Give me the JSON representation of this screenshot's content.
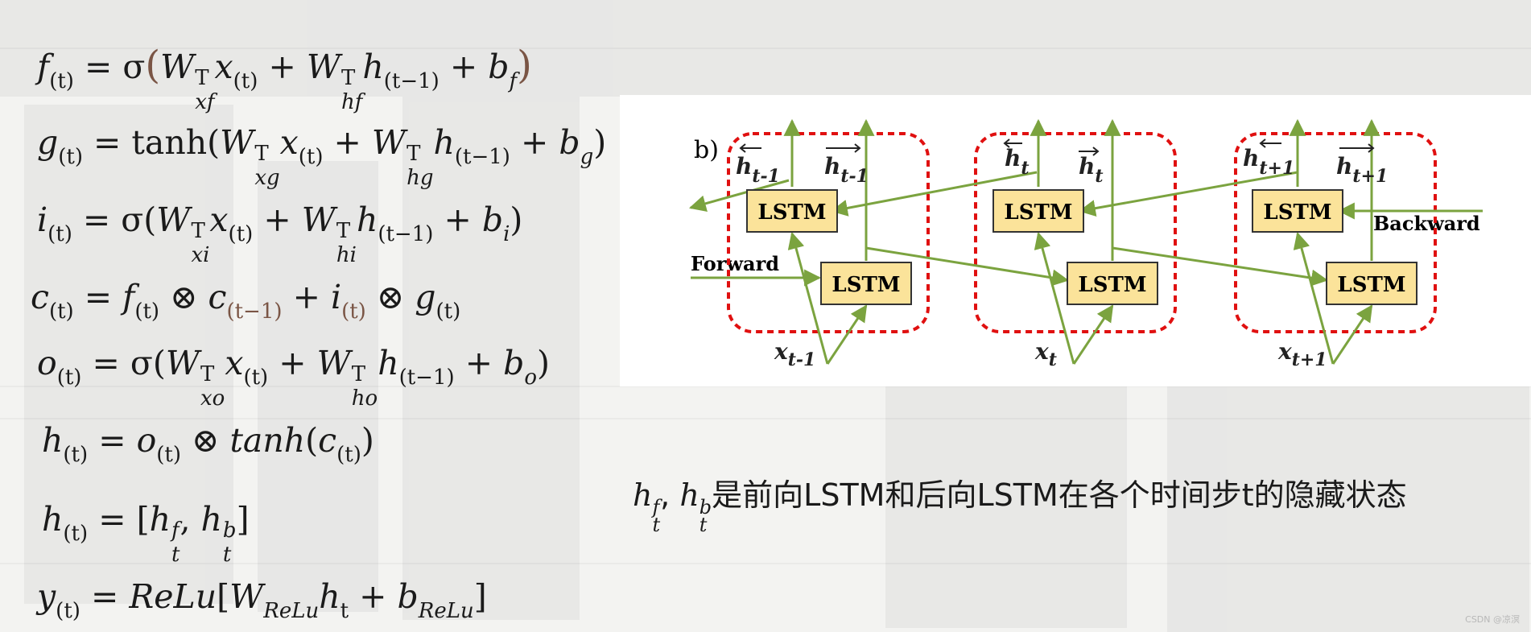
{
  "equations": {
    "forget": {
      "lhs": "f",
      "lhs_sub": "(t)",
      "eq": " = σ",
      "lp": "(",
      "w1": "W",
      "w1_sup": "T",
      "w1_sub": "xf",
      "x": "x",
      "x_sub": "(t)",
      "plus1": " + ",
      "w2": "W",
      "w2_sup": "T",
      "w2_sub": "hf",
      "h": "h",
      "h_sub": "(t−1)",
      "plus2": " + ",
      "b": "b",
      "b_sub": "f",
      "rp": ")"
    },
    "gate_g": {
      "lhs": "g",
      "lhs_sub": "(t)",
      "eq": " = tanh(",
      "w1": "W",
      "w1_sup": "T",
      "w1_sub": "xg",
      "x": "x",
      "x_sub": "(t)",
      "plus1": " + ",
      "w2": "W",
      "w2_sup": "T",
      "w2_sub": "hg",
      "h": "h",
      "h_sub": "(t−1)",
      "plus2": " + ",
      "b": "b",
      "b_sub": "g",
      "rp": ")"
    },
    "input": {
      "lhs": "i",
      "lhs_sub": "(t)",
      "eq": " = σ(",
      "w1": "W",
      "w1_sup": "T",
      "w1_sub": "xi",
      "x": "x",
      "x_sub": "(t)",
      "plus1": " + ",
      "w2": "W",
      "w2_sup": "T",
      "w2_sub": "hi",
      "h": "h",
      "h_sub": "(t−1)",
      "plus2": " + ",
      "b": "b",
      "b_sub": "i",
      "rp": ")"
    },
    "cell": {
      "lhs": "c",
      "lhs_sub": "(t)",
      "eq": " = ",
      "f": "f",
      "f_sub": "(t)",
      "op1": " ⊗ ",
      "c": "c",
      "c_sub": "(t−1)",
      "plus": " + ",
      "i": "i",
      "i_sub": "(t)",
      "op2": " ⊗  ",
      "g": "g",
      "g_sub": "(t)"
    },
    "output": {
      "lhs": "o",
      "lhs_sub": "(t)",
      "eq": " = σ(",
      "w1": "W",
      "w1_sup": "T",
      "w1_sub": "xo",
      "x": "x",
      "x_sub": "(t)",
      "plus1": " + ",
      "w2": "W",
      "w2_sup": "T",
      "w2_sub": "ho",
      "h": "h",
      "h_sub": "(t−1)",
      "plus2": " + ",
      "b": "b",
      "b_sub": "o",
      "rp": ")"
    },
    "hidden": {
      "lhs": "h",
      "lhs_sub": "(t)",
      "eq": " = ",
      "o": "o",
      "o_sub": "(t)",
      "op": " ⊗ ",
      "tanh": "tanh",
      "lp": "(",
      "c": "c",
      "c_sub": "(t)",
      "rp": ")"
    },
    "concat": {
      "lhs": "h",
      "lhs_sub": "(t)",
      "eq": " = [",
      "hf": "h",
      "hf_sup": "f",
      "hf_sub": "t",
      "comma": ", ",
      "hb": "h",
      "hb_sup": "b",
      "hb_sub": "t",
      "rb": "]"
    },
    "relu": {
      "lhs": "y",
      "lhs_sub": "(t)",
      "eq": " = ",
      "relu": "ReLu",
      "lb": "[",
      "w": "W",
      "w_sub": "ReLu",
      "h": "h",
      "h_sub": "t",
      "plus": " + ",
      "b": "b",
      "b_sub": "ReLu",
      "rb": "]"
    }
  },
  "diagram": {
    "panel_label": "b)",
    "forward_label": "Forward",
    "backward_label": "Backward",
    "lstm_label": "LSTM",
    "steps": [
      {
        "backward_h": "h",
        "backward_h_sub": "t-1",
        "forward_h": "h",
        "forward_h_sub": "t-1",
        "input": "x",
        "input_sub": "t-1"
      },
      {
        "backward_h": "h",
        "backward_h_sub": "t",
        "forward_h": "h",
        "forward_h_sub": "t",
        "input": "x",
        "input_sub": "t"
      },
      {
        "backward_h": "h",
        "backward_h_sub": "t+1",
        "forward_h": "h",
        "forward_h_sub": "t+1",
        "input": "x",
        "input_sub": "t+1"
      }
    ],
    "colors": {
      "arrow": "#7ba33f",
      "box_fill": "#fbe39a",
      "box_stroke": "#333333",
      "group_stroke": "#e01010"
    }
  },
  "caption": {
    "hf": "h",
    "hf_sup": "f",
    "hf_sub": "t",
    "sep": ", ",
    "hb": "h",
    "hb_sup": "b",
    "hb_sub": "t",
    "text": "是前向LSTM和后向LSTM在各个时间步t的隐藏状态"
  },
  "watermark": "CSDN @凉溟"
}
